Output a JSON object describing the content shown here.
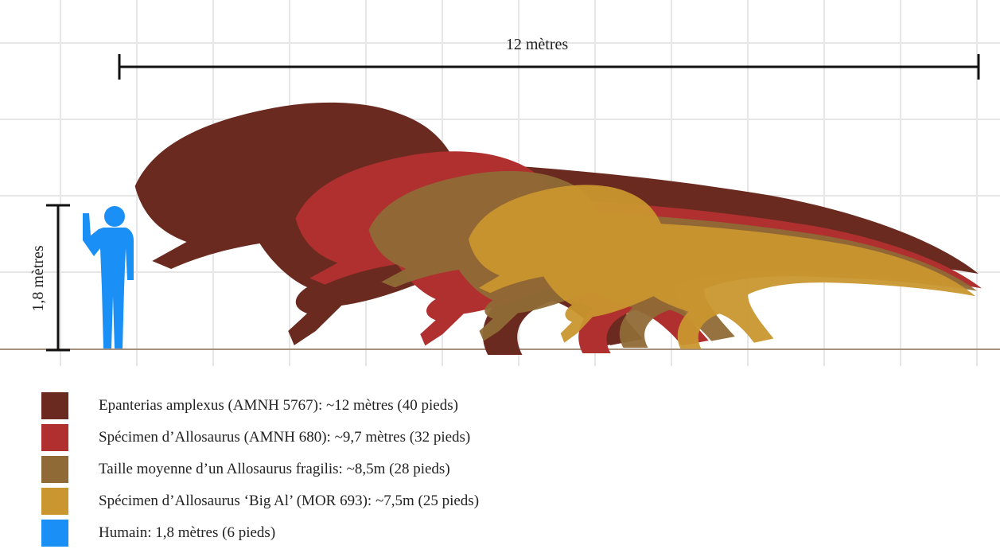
{
  "scale": {
    "length_label": "12 mètres",
    "human_height_label": "1,8 mètres"
  },
  "colors": {
    "epanterias": "#6b2a20",
    "amnh680": "#b0302f",
    "average": "#8f6a36",
    "big_al": "#c9962f",
    "human": "#1a8ff5",
    "grid": "#e6e6e6",
    "ground": "#a6907e"
  },
  "legend": [
    {
      "key": "epanterias",
      "label": "Epanterias amplexus (AMNH 5767): ~12 mètres (40 pieds)"
    },
    {
      "key": "amnh680",
      "label": "Spécimen d’Allosaurus (AMNH 680): ~9,7 mètres (32 pieds)"
    },
    {
      "key": "average",
      "label": "Taille moyenne d’un Allosaurus fragilis: ~8,5m (28 pieds)"
    },
    {
      "key": "big_al",
      "label": "Spécimen d’Allosaurus ‘Big Al’ (MOR 693): ~7,5m (25 pieds)"
    },
    {
      "key": "human",
      "label": "Humain: 1,8 mètres (6 pieds)"
    }
  ]
}
